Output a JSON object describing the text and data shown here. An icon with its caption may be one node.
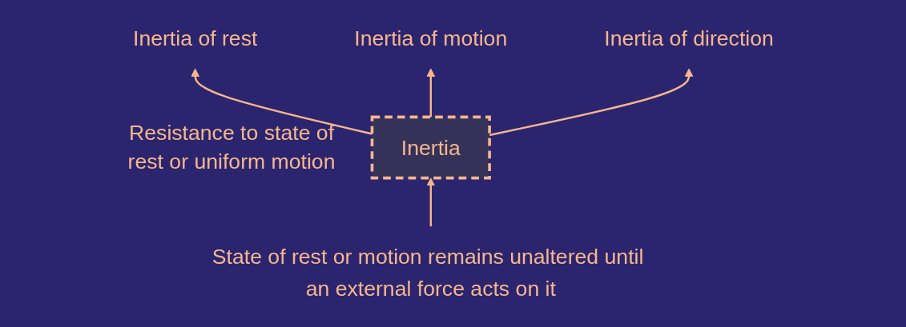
{
  "diagram": {
    "nodes": [
      {
        "text": [
          "Inertia of rest"
        ]
      },
      {
        "text": [
          "Inertia of motion"
        ]
      },
      {
        "text": [
          "Inertia of direction"
        ]
      },
      {
        "text": [
          "Inertia"
        ],
        "beside": [
          "Resistance to state of rest or uniform motion"
        ]
      },
      {
        "text": [
          "State of rest or motion remains unaltered until an external force acts on it"
        ]
      }
    ],
    "edges": [
      {
        "from": 3,
        "to": 0,
        "arrow": "to"
      },
      {
        "from": 3,
        "to": 1,
        "arrow": "to"
      },
      {
        "from": 3,
        "to": 2,
        "arrow": "to"
      },
      {
        "from": 4,
        "to": 3,
        "arrow": "to"
      }
    ]
  }
}
